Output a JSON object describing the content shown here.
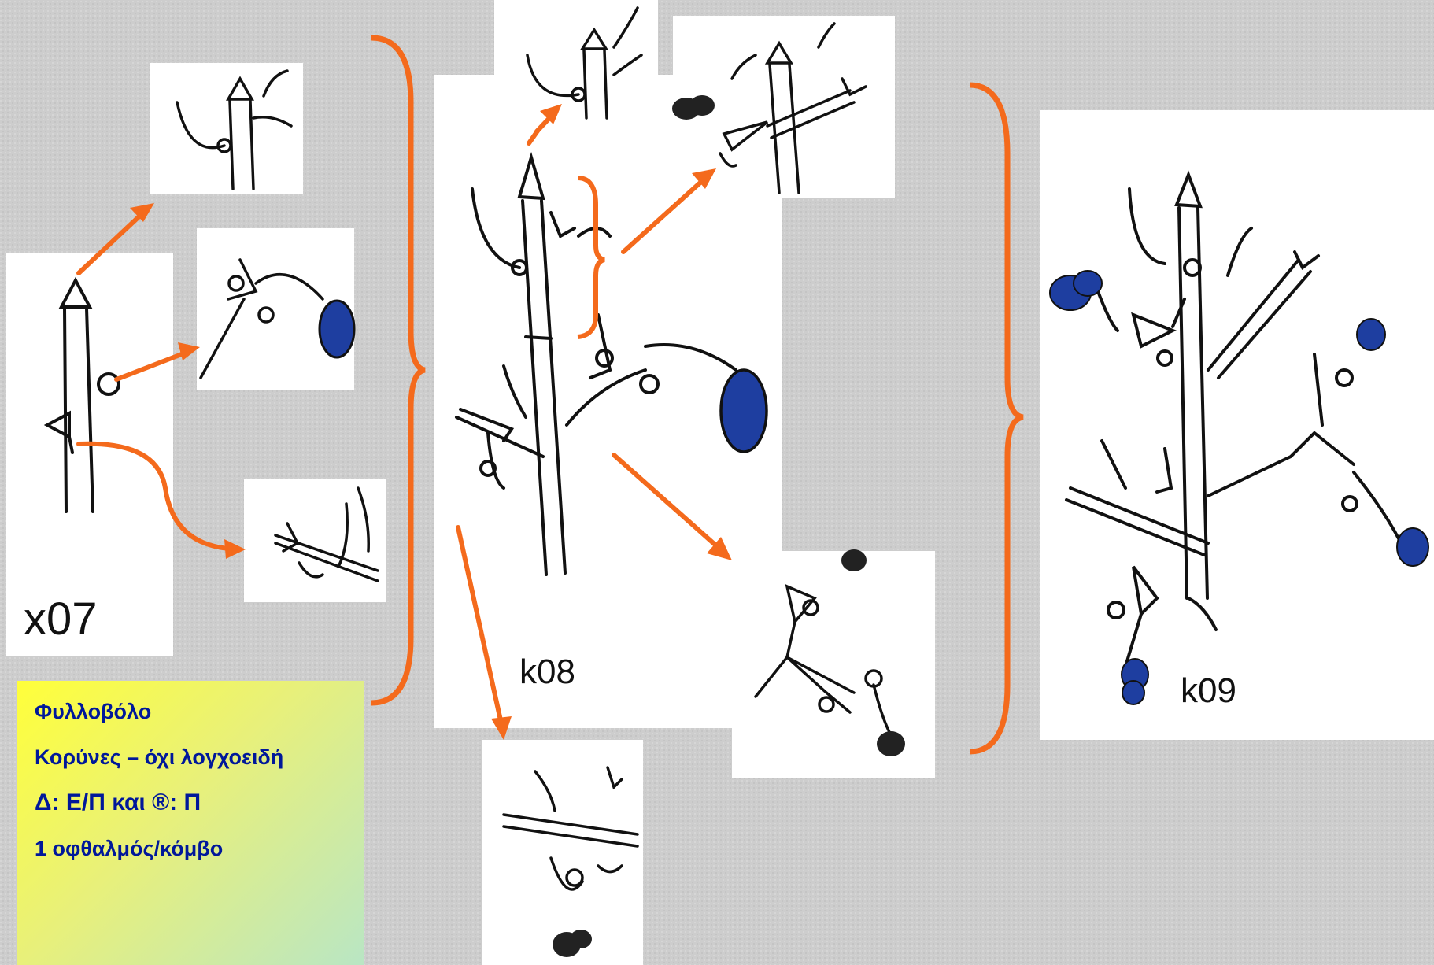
{
  "colors": {
    "background": "#cfcfcf",
    "arrow": "#f46a1c",
    "fruit": "#1e3ea0",
    "fruit_dark": "#222222",
    "legend_text": "#00189a",
    "legend_gradient": [
      "#ffff3a",
      "#e8f07a",
      "#b9e6c4"
    ]
  },
  "labels": {
    "x07": "x07",
    "k08": "k08",
    "k09": "k09"
  },
  "legend": {
    "line1": "Φυλλοβόλο",
    "line2": "Κορύνες – όχι λογχοειδή",
    "line3": "Δ: Ε/Π και ®: Π",
    "line4": "1 οφθαλμός/κόμβο"
  }
}
